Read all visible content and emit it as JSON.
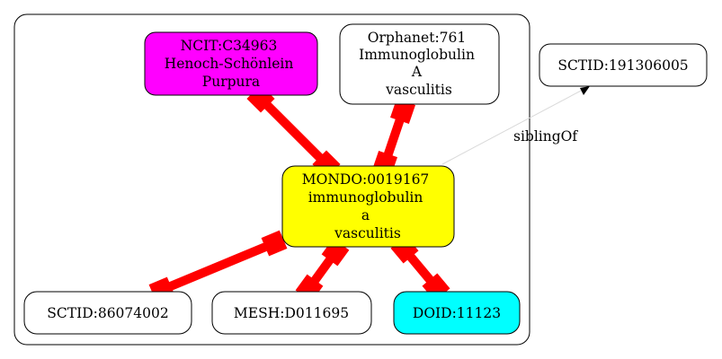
{
  "colors": {
    "background": "#ffffff",
    "stroke": "#000000",
    "edge_strong": "#ff0000",
    "edge_weak": "#d9d9d9",
    "fill_center": "#ffff00",
    "fill_ncit": "#ff00ff",
    "fill_doid": "#00ffff",
    "fill_default": "#ffffff"
  },
  "nodes": {
    "center": {
      "id": "MONDO:0019167",
      "lines": [
        "MONDO:0019167",
        "immunoglobulin",
        "a",
        "vasculitis"
      ]
    },
    "ncit": {
      "id": "NCIT:C34963",
      "lines": [
        "NCIT:C34963",
        "Henoch-Schönlein",
        "Purpura"
      ]
    },
    "orphanet": {
      "id": "Orphanet:761",
      "lines": [
        "Orphanet:761",
        "Immunoglobulin",
        "A",
        "vasculitis"
      ]
    },
    "sctid_outside": {
      "id": "SCTID:191306005",
      "lines": [
        "SCTID:191306005"
      ]
    },
    "sctid_bottom": {
      "id": "SCTID:86074002",
      "lines": [
        "SCTID:86074002"
      ]
    },
    "mesh": {
      "id": "MESH:D011695",
      "lines": [
        "MESH:D011695"
      ]
    },
    "doid": {
      "id": "DOID:11123",
      "lines": [
        "DOID:11123"
      ]
    }
  },
  "edges": {
    "sibling_label": "siblingOf"
  }
}
